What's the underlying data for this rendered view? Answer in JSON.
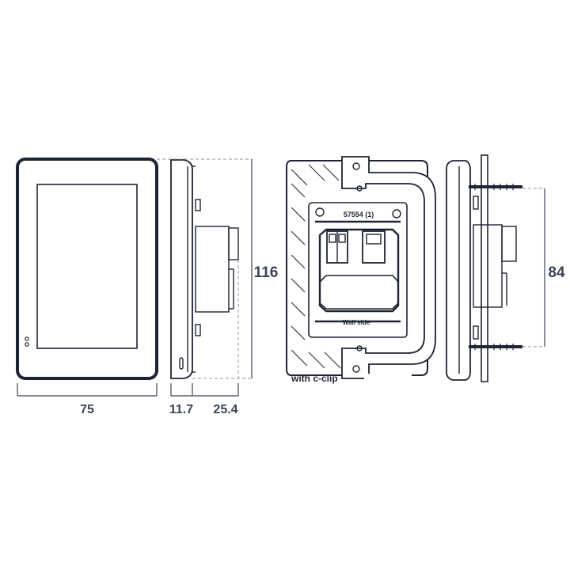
{
  "dimensions": {
    "width_front": "75",
    "depth_front": "11.7",
    "depth_back": "25.4",
    "height": "116",
    "screw_spacing": "84"
  },
  "labels": {
    "part_number": "57554 (1)",
    "wall_side": "Wall side",
    "clip_note": "with c-clip"
  },
  "colors": {
    "line": "#1e2433",
    "dim": "#3a4357",
    "dash": "#8c93a3"
  }
}
